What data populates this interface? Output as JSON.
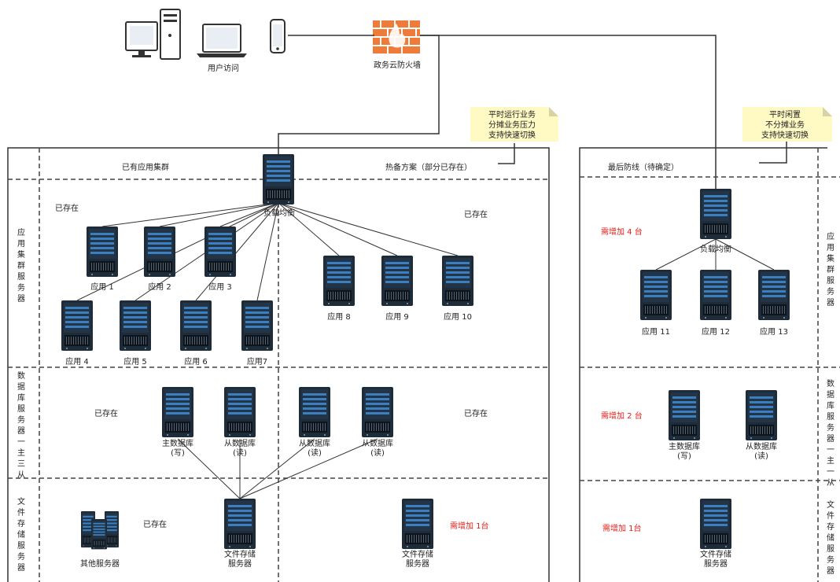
{
  "top": {
    "user_access": "用户访问",
    "firewall": "政务云防火墙",
    "note_left": [
      "平时运行业务",
      "分摊业务压力",
      "支持快速切换"
    ],
    "note_right": [
      "平时闲置",
      "不分摊业务",
      "支持快速切换"
    ]
  },
  "left_block": {
    "col_existing": "已有应用集群",
    "col_hot": "热备方案（部分已存在）",
    "lb_label": "负载均衡",
    "row_app": "应用集群服务器",
    "row_db": "数据库服务器一主三从",
    "row_file": "文件存储服务器",
    "existing": "已存在",
    "apps": [
      "应用 1",
      "应用 2",
      "应用 3",
      "应用 4",
      "应用 5",
      "应用 6",
      "应用7",
      "应用 8",
      "应用 9",
      "应用 10"
    ],
    "db_master": [
      "主数据库",
      "(写)"
    ],
    "db_slave": [
      "从数据库",
      "(读)"
    ],
    "other_servers": "其他服务器",
    "file_server": [
      "文件存储",
      "服务器"
    ],
    "need_add_1": "需增加 1台"
  },
  "right_block": {
    "title": "最后防线（待确定）",
    "lb_label": "负载均衡",
    "need_add_4": "需增加 4 台",
    "need_add_2": "需增加 2 台",
    "need_add_1": "需增加 1台",
    "apps": [
      "应用 11",
      "应用 12",
      "应用 13"
    ],
    "row_app": "应用集群服务器",
    "row_db": "数据库服务器一主一从",
    "row_file": "文件存储服务器"
  },
  "colors": {
    "server_dark": "#1e2b38",
    "server_blue": "#3a7fbf",
    "firewall": "#ee7b3a",
    "note": "#fff9c4",
    "red_text": "#e0201b"
  }
}
